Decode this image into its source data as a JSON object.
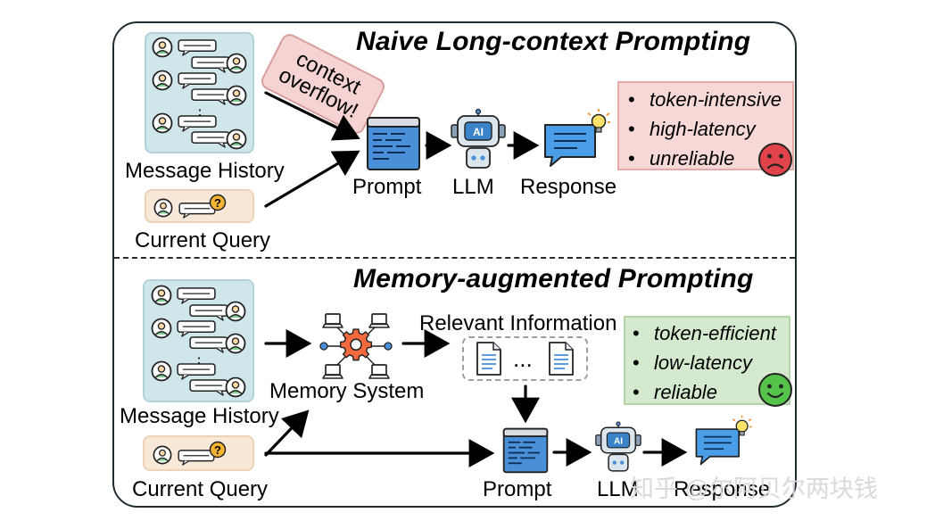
{
  "top": {
    "title": "Naive Long-context Prompting",
    "overflow_note": [
      "context",
      "overflow!"
    ],
    "history_label": "Message History",
    "query_label": "Current Query",
    "prompt_label": "Prompt",
    "llm_label": "LLM",
    "response_label": "Response",
    "drawbacks": [
      "token-intensive",
      "high-latency",
      "unreliable"
    ]
  },
  "bottom": {
    "title": "Memory-augmented Prompting",
    "history_label": "Message History",
    "query_label": "Current Query",
    "memory_label": "Memory System",
    "relevant_label": "Relevant Information",
    "ellipsis": "...",
    "prompt_label": "Prompt",
    "llm_label": "LLM",
    "response_label": "Response",
    "benefits": [
      "token-efficient",
      "low-latency",
      "reliable"
    ]
  },
  "icons": {
    "ai_chip_text": "AI",
    "query_mark": "?",
    "bullet": "•"
  },
  "watermark": "知乎 @尔阿贝尔两块钱",
  "colors": {
    "history_bg": "#cfe6eb",
    "query_bg": "#f8e8d8",
    "drawback_bg": "#f6d8d6",
    "benefit_bg": "#d5e9cf",
    "sad_face": "#e0444a",
    "happy_face": "#55c24a",
    "gear": "#f26a3d",
    "prompt_blue": "#4a90d9",
    "response_blue": "#4a9ee8"
  }
}
